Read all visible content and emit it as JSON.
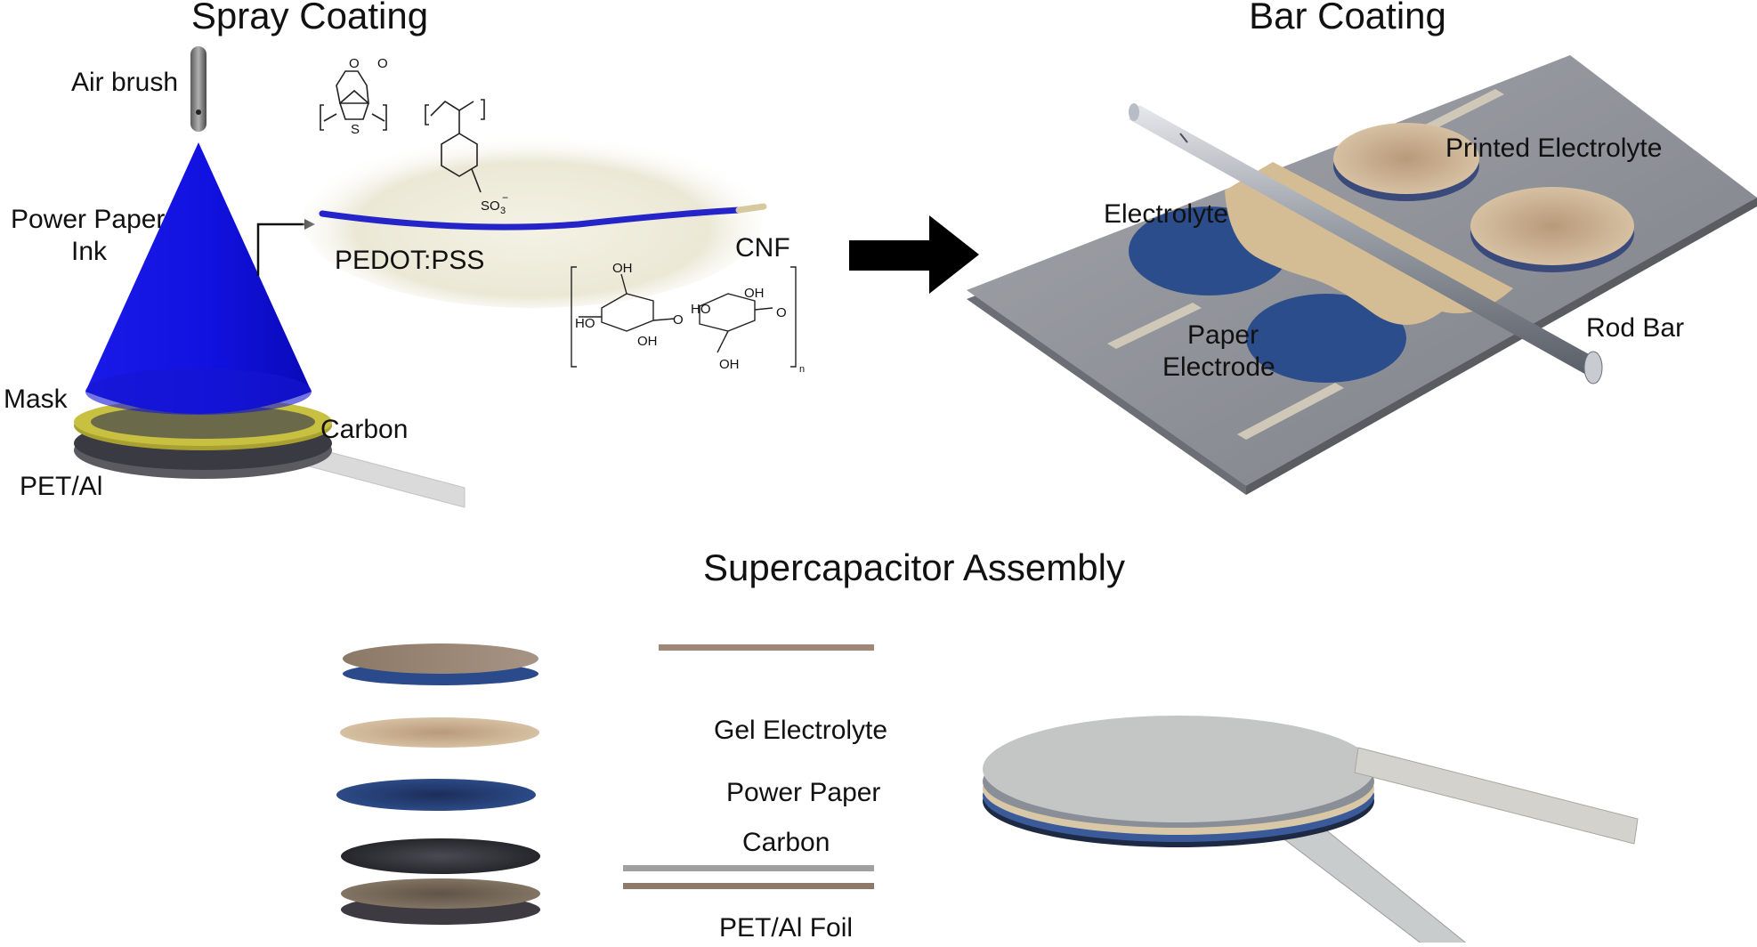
{
  "sections": {
    "spray_title": "Spray Coating",
    "bar_title": "Bar Coating",
    "assembly_title": "Supercapacitor Assembly"
  },
  "spray": {
    "air_brush": "Air brush",
    "ink_line1": "Power Paper",
    "ink_line2": "Ink",
    "mask": "Mask",
    "carbon": "Carbon",
    "substrate": "PET/Al",
    "polymer": "PEDOT:PSS",
    "fiber": "CNF",
    "chem_oh": "OH",
    "chem_ho": "HO",
    "chem_so3": "SO",
    "chem_so3_sub": "3",
    "chem_so3_sup": "−",
    "chem_s": "S",
    "chem_o": "O",
    "chem_n": "n"
  },
  "bar": {
    "printed_electrolyte": "Printed Electrolyte",
    "electrolyte": "Electrolyte",
    "paper_line1": "Paper",
    "paper_line2": "Electrode",
    "rod_bar": "Rod Bar"
  },
  "assembly": {
    "gel": "Gel Electrolyte",
    "power_paper": "Power Paper",
    "carbon": "Carbon",
    "foil": "PET/Al Foil"
  },
  "colors": {
    "cone_blue": "#1616e6",
    "paper_blue": "#2a4a8c",
    "beige": "#d8c4a0",
    "carbon_dark": "#2a2a30",
    "mask_yellow": "#b8b030",
    "plate_gray": "#8e9096",
    "fiber_blue": "#2a2ad0"
  }
}
